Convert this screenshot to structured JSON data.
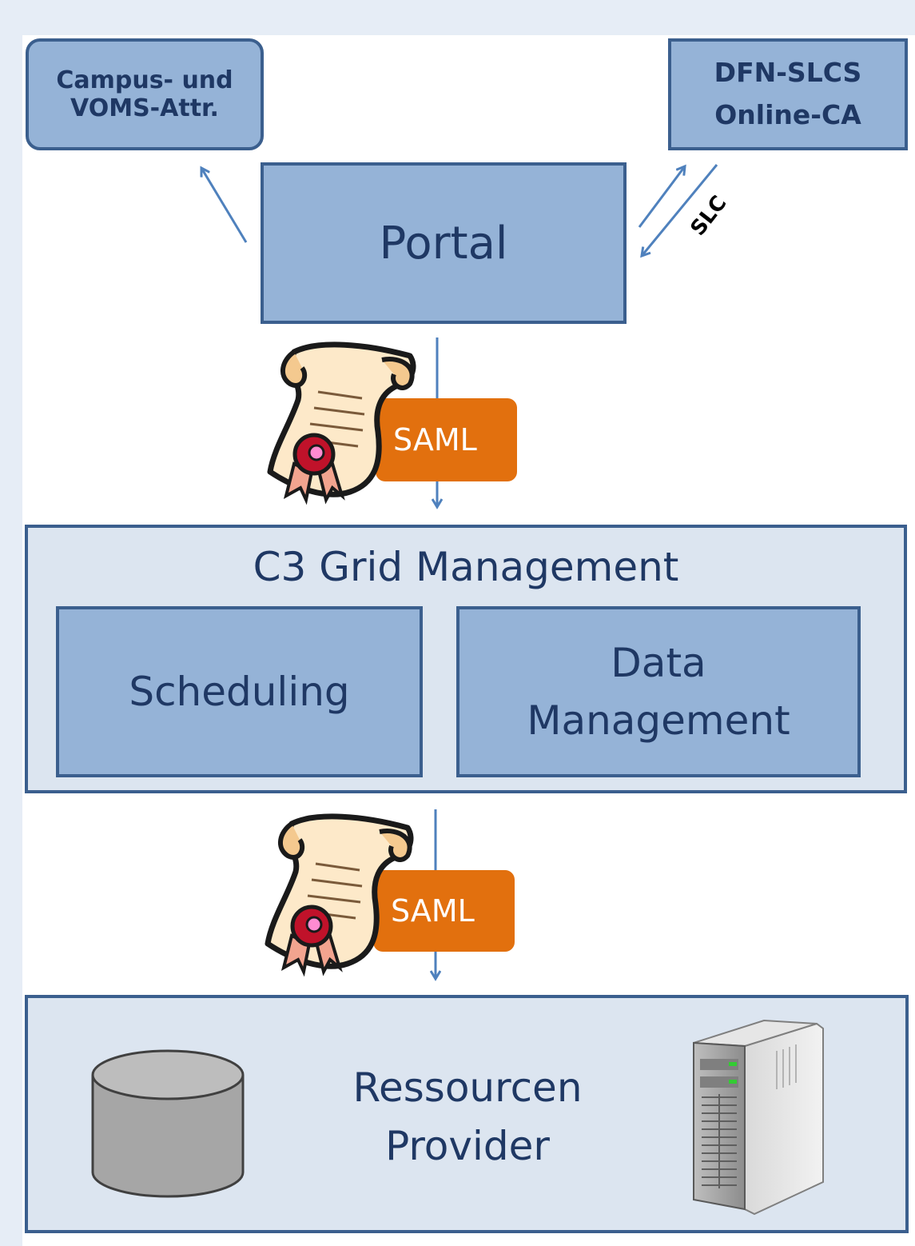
{
  "nodes": {
    "campus_attr": "Campus- und\nVOMS-Attr.",
    "online_ca": "DFN-SLCS\nOnline-CA",
    "portal": "Portal",
    "grid_management": "C3 Grid Management",
    "scheduling": "Scheduling",
    "data_management": "Data\nManagement",
    "resource_provider": "Ressourcen\nProvider"
  },
  "edges": {
    "slc_label": "SLC",
    "saml_top": "SAML",
    "saml_bottom": "SAML"
  },
  "icons": {
    "certificate": "certificate-scroll-icon",
    "database": "database-icon",
    "server": "server-tower-icon"
  },
  "colors": {
    "box_fill": "#95b3d7",
    "box_border": "#3b5f8e",
    "container_fill": "#dce5f0",
    "text": "#1f3864",
    "saml_tag": "#e2700e",
    "arrow": "#4f81bd"
  }
}
